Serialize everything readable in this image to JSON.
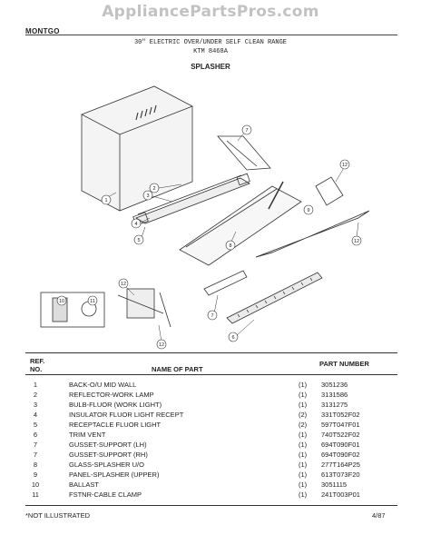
{
  "watermark": "AppliancePartsPros.com",
  "header": {
    "brand": "MONTGO",
    "line1": "30\" ELECTRIC OVER/UNDER SELF CLEAN RANGE",
    "line2": "KTM 8468A",
    "section": "SPLASHER"
  },
  "diagram": {
    "callouts": [
      "1",
      "2",
      "3",
      "4",
      "5",
      "6",
      "7",
      "8",
      "9",
      "10",
      "11",
      "12"
    ]
  },
  "table": {
    "col_ref_1": "REF.",
    "col_ref_2": "NO.",
    "col_name": "NAME OF PART",
    "col_pn": "PART NUMBER",
    "rows": [
      {
        "no": "1",
        "name": "BACK-O/U MID WALL",
        "qty": "(1)",
        "pn": "3051236"
      },
      {
        "no": "2",
        "name": "REFLECTOR-WORK LAMP",
        "qty": "(1)",
        "pn": "3131586"
      },
      {
        "no": "3",
        "name": "BULB-FLUOR (WORK LIGHT)",
        "qty": "(1)",
        "pn": "3131275"
      },
      {
        "no": "4",
        "name": "INSULATOR FLUOR LIGHT RECEPT",
        "qty": "(2)",
        "pn": "331T052F02"
      },
      {
        "no": "5",
        "name": "RECEPTACLE FLUOR LIGHT",
        "qty": "(2)",
        "pn": "597T047F01"
      },
      {
        "no": "6",
        "name": "TRIM VENT",
        "qty": "(1)",
        "pn": "740T522F02"
      },
      {
        "no": "7",
        "name": "GUSSET-SUPPORT (LH)",
        "qty": "(1)",
        "pn": "694T090F01"
      },
      {
        "no": "7",
        "name": "GUSSET-SUPPORT (RH)",
        "qty": "(1)",
        "pn": "694T090F02"
      },
      {
        "no": "8",
        "name": "GLASS-SPLASHER U/O",
        "qty": "(1)",
        "pn": "277T164P25"
      },
      {
        "no": "9",
        "name": "PANEL-SPLASHER (UPPER)",
        "qty": "(1)",
        "pn": "613T073F20"
      },
      {
        "no": "10",
        "name": "BALLAST",
        "qty": "(1)",
        "pn": "3051115"
      },
      {
        "no": "11",
        "name": "FSTNR-CABLE CLAMP",
        "qty": "(1)",
        "pn": "241T003P01"
      }
    ]
  },
  "footer": {
    "note": "*NOT ILLUSTRATED",
    "date": "4/87"
  }
}
